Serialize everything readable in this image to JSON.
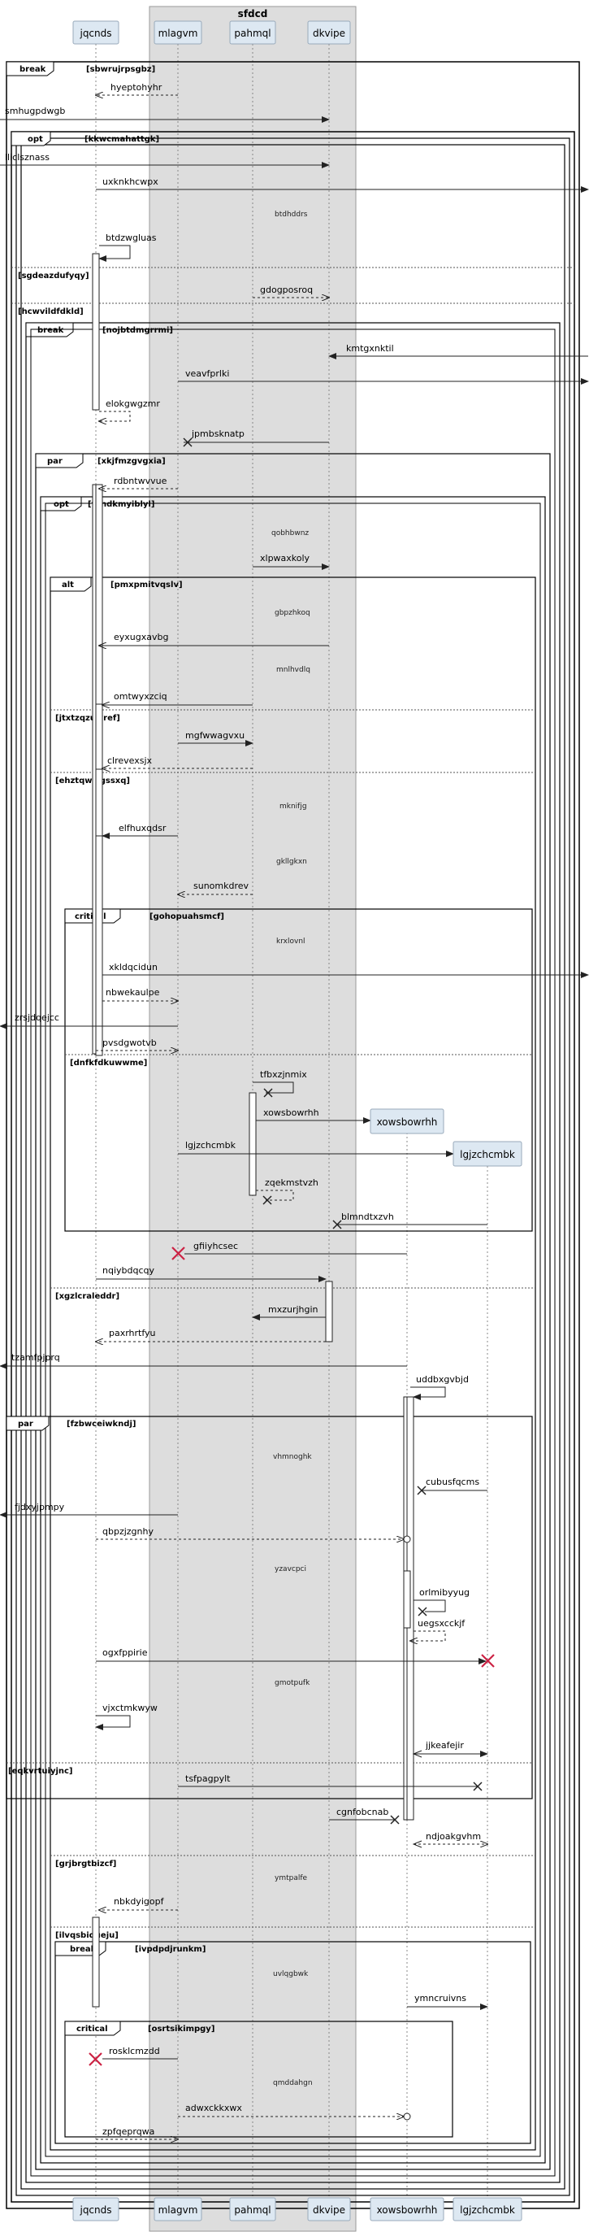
{
  "box": {
    "title": "sfdcd",
    "fill": "#dddddd"
  },
  "participants": [
    {
      "id": "jqcnds",
      "label": "jqcnds"
    },
    {
      "id": "mlagvm",
      "label": "mlagvm"
    },
    {
      "id": "pahmql",
      "label": "pahmql"
    },
    {
      "id": "dkvipe",
      "label": "dkvipe"
    },
    {
      "id": "xowsbowrhh",
      "label": "xowsbowrhh"
    },
    {
      "id": "lgjzchcmbk",
      "label": "lgjzchcmbk"
    }
  ],
  "fragments": [
    {
      "kind": "break",
      "cond": "[sbwrujrpsgbz]"
    },
    {
      "kind": "opt",
      "cond": "[kkwcmahattgk]"
    },
    {
      "kind": "else",
      "cond": "[sgdeazdufyqy]"
    },
    {
      "kind": "else",
      "cond": "[hcwvildfdkld]"
    },
    {
      "kind": "break",
      "cond": "[nojbtdmgrrmi]"
    },
    {
      "kind": "par",
      "cond": "[xkjfmzgvgxia]"
    },
    {
      "kind": "opt",
      "cond": "[yrhdkmyiblyl]"
    },
    {
      "kind": "alt",
      "cond": "[pmxpmitvqslv]"
    },
    {
      "kind": "else",
      "cond": "[jtxtzqzuwref]"
    },
    {
      "kind": "else",
      "cond": "[ehztqwwgssxq]"
    },
    {
      "kind": "critical",
      "cond": "[gohopuahsmcf]"
    },
    {
      "kind": "else",
      "cond": "[dnfkfdkuwwme]"
    },
    {
      "kind": "else",
      "cond": "[xgzlcraleddr]"
    },
    {
      "kind": "par",
      "cond": "[fzbwceiwkndj]"
    },
    {
      "kind": "else",
      "cond": "[eqkvrtuiyjnc]"
    },
    {
      "kind": "else",
      "cond": "[grjbrgtbizcf]"
    },
    {
      "kind": "else",
      "cond": "[ilvqsbiqueju]"
    },
    {
      "kind": "break",
      "cond": "[ivpdpdjrunkm]"
    },
    {
      "kind": "critical",
      "cond": "[osrtsikimpgy]"
    }
  ],
  "messages": [
    {
      "label": "hyeptohyhr"
    },
    {
      "label": "smhugpdwgb"
    },
    {
      "label": "lliclsznass"
    },
    {
      "label": "uxknkhcwpx"
    },
    {
      "label": "btdzwgluas"
    },
    {
      "label": "gdogposroq"
    },
    {
      "label": "kmtgxnktil"
    },
    {
      "label": "veavfprlki"
    },
    {
      "label": "elokgwgzmr"
    },
    {
      "label": "jpmbsknatp"
    },
    {
      "label": "rdbntwvvue"
    },
    {
      "label": "xlpwaxkoly"
    },
    {
      "label": "eyxugxavbg"
    },
    {
      "label": "omtwyxzciq"
    },
    {
      "label": "mgfwwagvxu"
    },
    {
      "label": "clrevexsjx"
    },
    {
      "label": "elfhuxqdsr"
    },
    {
      "label": "sunomkdrev"
    },
    {
      "label": "xkldqcidun"
    },
    {
      "label": "nbwekaulpe"
    },
    {
      "label": "zrsjdqejcc"
    },
    {
      "label": "pvsdgwotvb"
    },
    {
      "label": "tfbxzjnmix"
    },
    {
      "label": "xowsbowrhh"
    },
    {
      "label": "lgjzchcmbk"
    },
    {
      "label": "zqekmstvzh"
    },
    {
      "label": "blmndtxzvh"
    },
    {
      "label": "gfiiyhcsec"
    },
    {
      "label": "nqiybdqcqy"
    },
    {
      "label": "mxzurjhgin"
    },
    {
      "label": "paxrhrtfyu"
    },
    {
      "label": "tzamfpjprq"
    },
    {
      "label": "uddbxgvbjd"
    },
    {
      "label": "cubusfqcms"
    },
    {
      "label": "fjdxyjpmpy"
    },
    {
      "label": "qbpzjzgnhy"
    },
    {
      "label": "orlmibyyug"
    },
    {
      "label": "uegsxcckjf"
    },
    {
      "label": "ogxfppirie"
    },
    {
      "label": "vjxctmkwyw"
    },
    {
      "label": "jjkeafejir"
    },
    {
      "label": "tsfpagpylt"
    },
    {
      "label": "cgnfobcnab"
    },
    {
      "label": "ndjoakgvhm"
    },
    {
      "label": "nbkdyigopf"
    },
    {
      "label": "ymncruivns"
    },
    {
      "label": "rosklcmzdd"
    },
    {
      "label": "adwxckkxwx"
    },
    {
      "label": "zpfqeprqwa"
    }
  ],
  "notes": [
    {
      "label": "btdhddrs"
    },
    {
      "label": "qobhbwnz"
    },
    {
      "label": "gbpzhkoq"
    },
    {
      "label": "mnlhvdlq"
    },
    {
      "label": "mknifjg"
    },
    {
      "label": "gkllgkxn"
    },
    {
      "label": "krxlovnl"
    },
    {
      "label": "vhmnoghk"
    },
    {
      "label": "yzavcpci"
    },
    {
      "label": "gmotpufk"
    },
    {
      "label": "ymtpalfe"
    },
    {
      "label": "uvlqgbwk"
    },
    {
      "label": "qmddahgn"
    }
  ]
}
